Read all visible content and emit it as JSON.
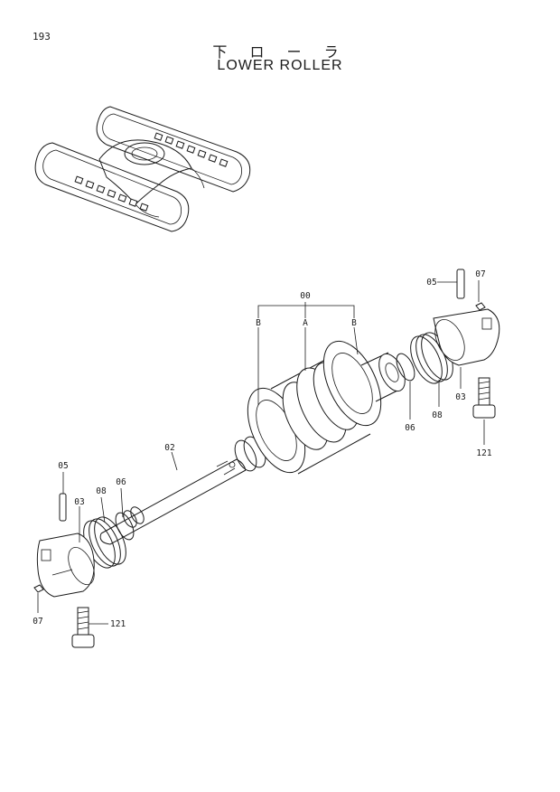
{
  "page_number": "193",
  "title_jp": "下 ロ ー ラ",
  "title_en": "LOWER ROLLER",
  "callouts": {
    "c00": "00",
    "cA": "A",
    "cB_left": "B",
    "cB_right": "B",
    "c02": "02",
    "c03_left": "03",
    "c03_right": "03",
    "c05_left": "05",
    "c05_right": "05",
    "c06_left": "06",
    "c06_right": "06",
    "c07_left": "07",
    "c07_right": "07",
    "c08_left": "08",
    "c08_right": "08",
    "c121_left": "121",
    "c121_right": "121"
  }
}
